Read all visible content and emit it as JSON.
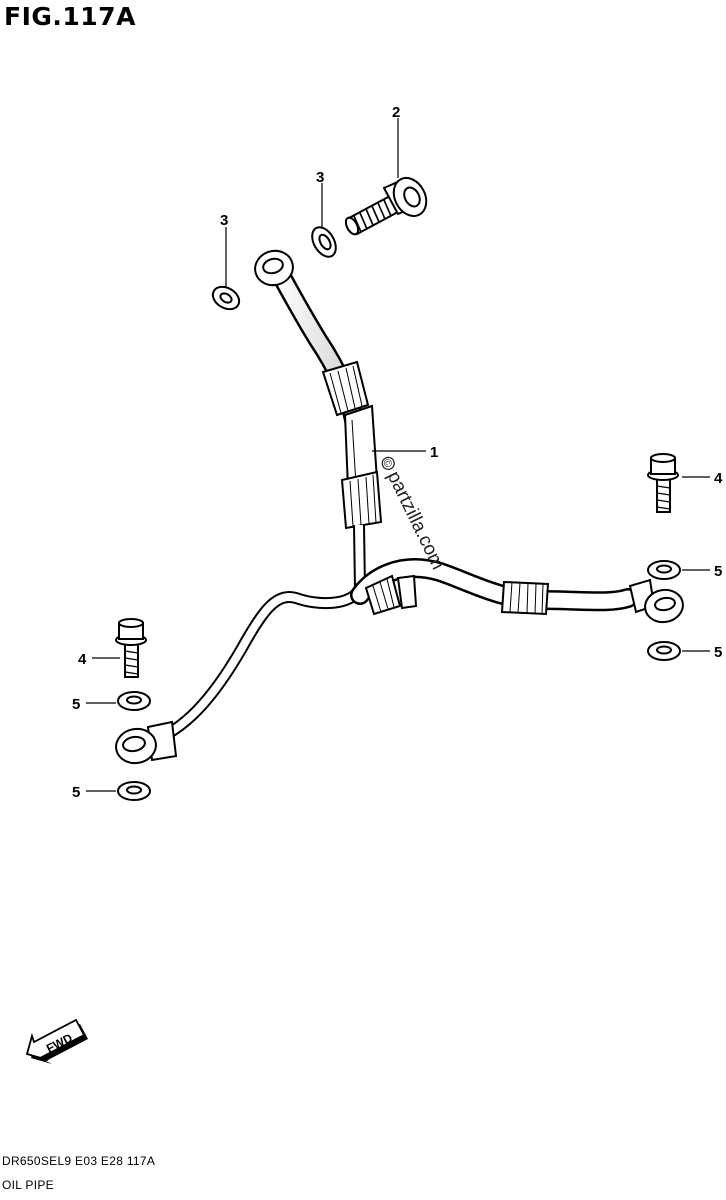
{
  "figure": {
    "title": "FIG.117A"
  },
  "parts": [
    {
      "ref": "1"
    },
    {
      "ref": "2"
    },
    {
      "ref": "3"
    },
    {
      "ref": "3"
    },
    {
      "ref": "4"
    },
    {
      "ref": "4"
    },
    {
      "ref": "5"
    },
    {
      "ref": "5"
    },
    {
      "ref": "5"
    },
    {
      "ref": "5"
    }
  ],
  "watermark": {
    "text": "partzilla.com",
    "symbol": "©"
  },
  "direction": {
    "label": "FWD"
  },
  "footer": {
    "code": "DR650SEL9  E03  E28  117A",
    "name": "OIL PIPE"
  }
}
